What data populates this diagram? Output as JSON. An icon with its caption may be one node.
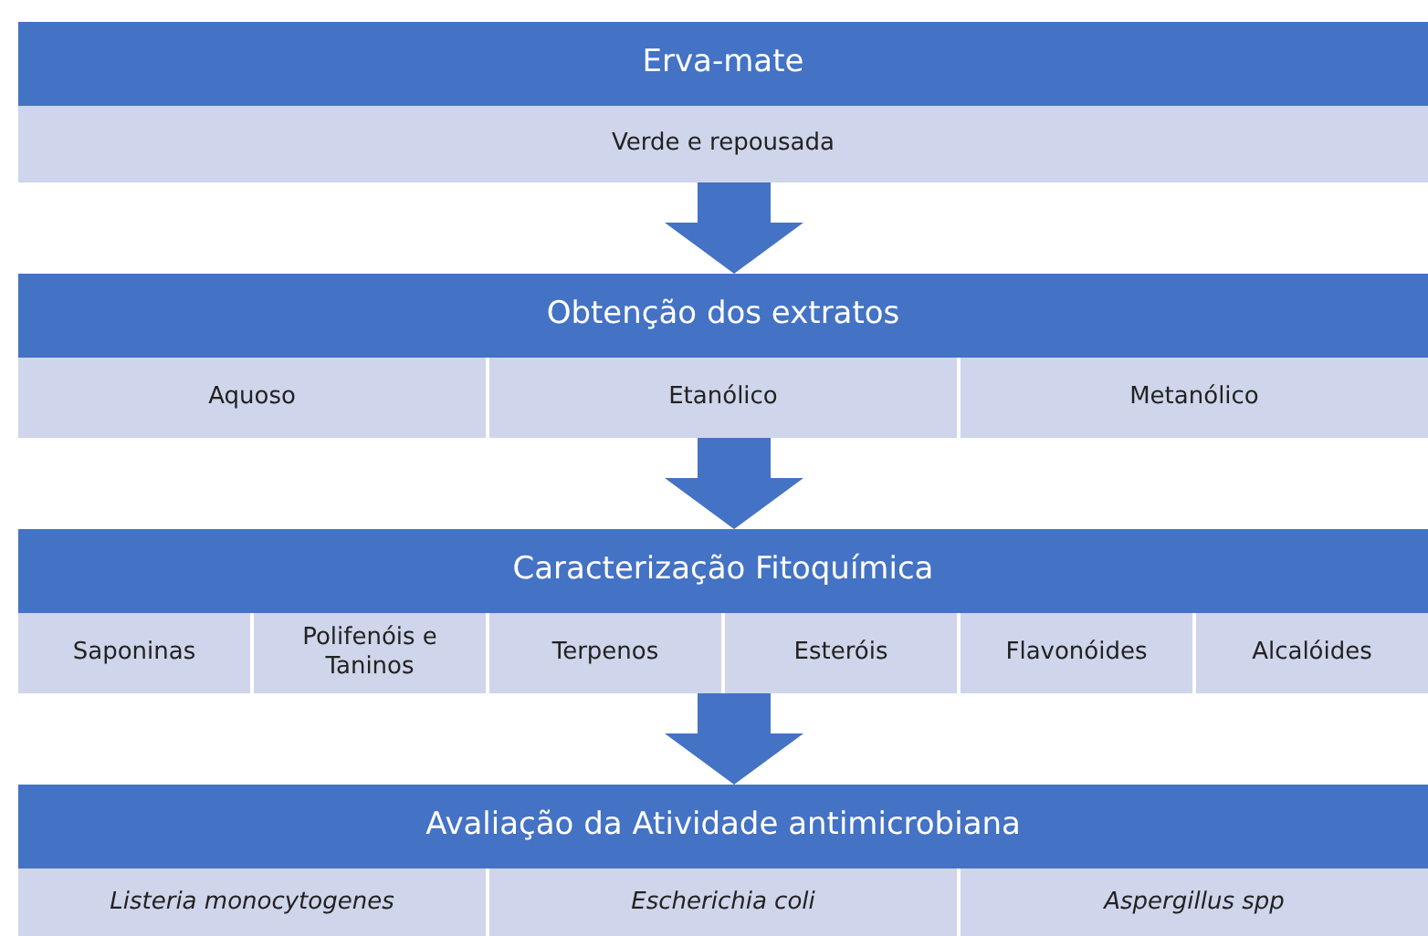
{
  "diagram": {
    "nodes": [
      {
        "text": [
          "Erva-mate"
        ]
      },
      {
        "text": [
          "Verde e repousada"
        ]
      },
      {
        "text": [
          "Obtenção dos extratos"
        ]
      },
      {
        "text": [
          "Aquoso"
        ]
      },
      {
        "text": [
          "Etanólico"
        ]
      },
      {
        "text": [
          "Metanólico"
        ]
      },
      {
        "text": [
          "Caracterização Fitoquímica"
        ]
      },
      {
        "text": [
          "Saponinas"
        ]
      },
      {
        "text": [
          "Polifenóis e Taninos"
        ]
      },
      {
        "text": [
          "Terpenos"
        ]
      },
      {
        "text": [
          "Esteróis"
        ]
      },
      {
        "text": [
          "Flavonóides"
        ]
      },
      {
        "text": [
          "Alcalóides"
        ]
      },
      {
        "text": [
          "Avaliação da Atividade antimicrobiana"
        ]
      },
      {
        "text": [
          "Listeria monocytogenes"
        ]
      },
      {
        "text": [
          "Escherichia coli"
        ]
      },
      {
        "text": [
          "Aspergillus spp"
        ]
      }
    ],
    "edges": [
      {
        "from": 1,
        "to": 2,
        "arrow": "to"
      },
      {
        "from": 4,
        "to": 6,
        "arrow": "to"
      },
      {
        "from": 10,
        "to": 13,
        "arrow": "to"
      }
    ]
  }
}
